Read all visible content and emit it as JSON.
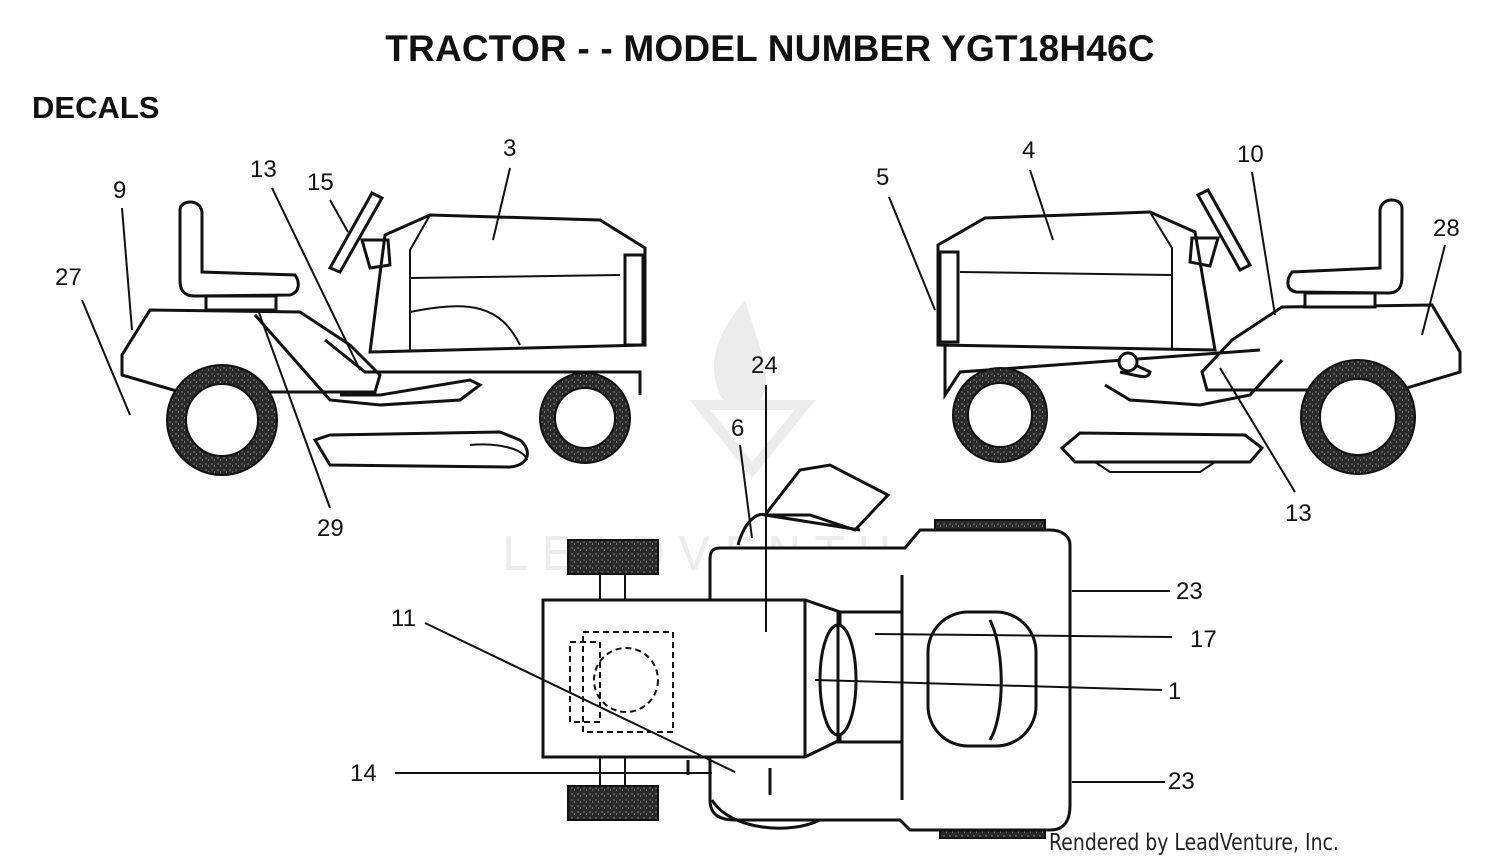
{
  "title": "TRACTOR - - MODEL NUMBER YGT18H46C",
  "section": "DECALS",
  "credit": "Rendered by LeadVenture, Inc.",
  "watermark": "LEADVENTURE",
  "colors": {
    "line": "#111111",
    "tire": "#2a2a2a",
    "watermark": "#e9e9e9"
  },
  "callouts": [
    {
      "id": "c27",
      "label": "27"
    },
    {
      "id": "c9",
      "label": "9"
    },
    {
      "id": "c13a",
      "label": "13"
    },
    {
      "id": "c15",
      "label": "15"
    },
    {
      "id": "c3",
      "label": "3"
    },
    {
      "id": "c29",
      "label": "29"
    },
    {
      "id": "c5",
      "label": "5"
    },
    {
      "id": "c4",
      "label": "4"
    },
    {
      "id": "c10",
      "label": "10"
    },
    {
      "id": "c28",
      "label": "28"
    },
    {
      "id": "c13b",
      "label": "13"
    },
    {
      "id": "c24",
      "label": "24"
    },
    {
      "id": "c6",
      "label": "6"
    },
    {
      "id": "c11",
      "label": "11"
    },
    {
      "id": "c14",
      "label": "14"
    },
    {
      "id": "c23a",
      "label": "23"
    },
    {
      "id": "c17",
      "label": "17"
    },
    {
      "id": "c1",
      "label": "1"
    },
    {
      "id": "c23b",
      "label": "23"
    }
  ]
}
